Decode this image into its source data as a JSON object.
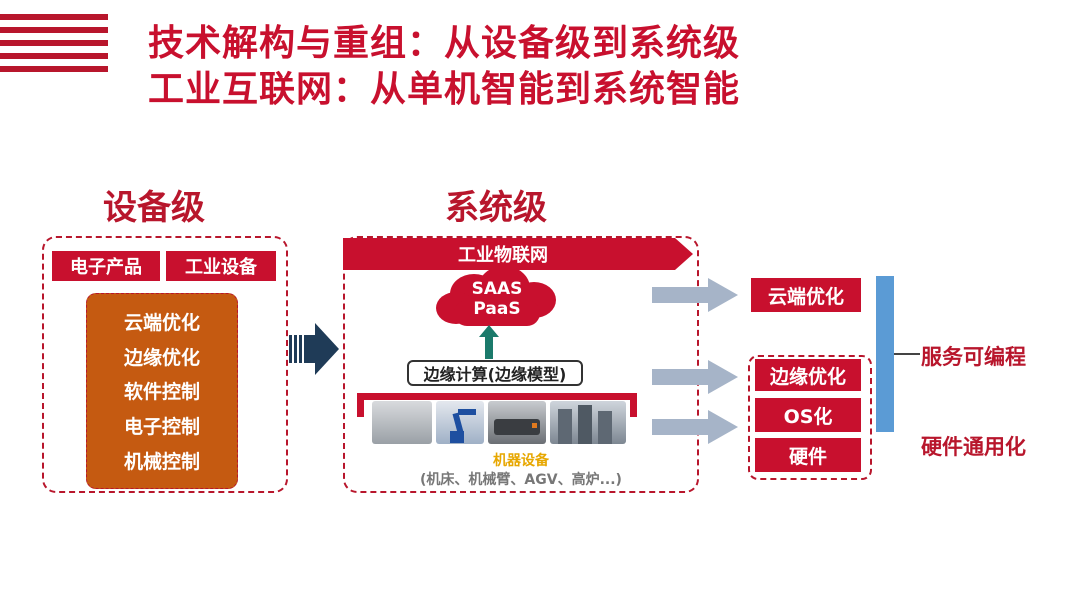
{
  "title": {
    "line1": "技术解构与重组：从设备级到系统级",
    "line2": "工业互联网：从单机智能到系统智能"
  },
  "device_level": {
    "heading": "设备级",
    "tabs": [
      "电子产品",
      "工业设备"
    ],
    "items": [
      "云端优化",
      "边缘优化",
      "软件控制",
      "电子控制",
      "机械控制"
    ]
  },
  "system_level": {
    "heading": "系统级",
    "banner": "工业物联网",
    "cloud_line1": "SAAS",
    "cloud_line2": "PaaS",
    "edge_label": "边缘计算(边缘模型)",
    "machine_title": "机器设备",
    "machine_examples": "(机床、机械臂、AGV、高炉...)"
  },
  "result": {
    "boxes": [
      "云端优化",
      "边缘优化",
      "OS化",
      "硬件"
    ],
    "service": "服务可编程",
    "hardware": "硬件通用化"
  },
  "colors": {
    "brand_red": "#c8102e",
    "orange": "#c55a11",
    "navy": "#1f3b57",
    "teal": "#1b7a6b",
    "gray_arrow": "#a6b4c8",
    "bracket_blue": "#5b9bd5"
  }
}
